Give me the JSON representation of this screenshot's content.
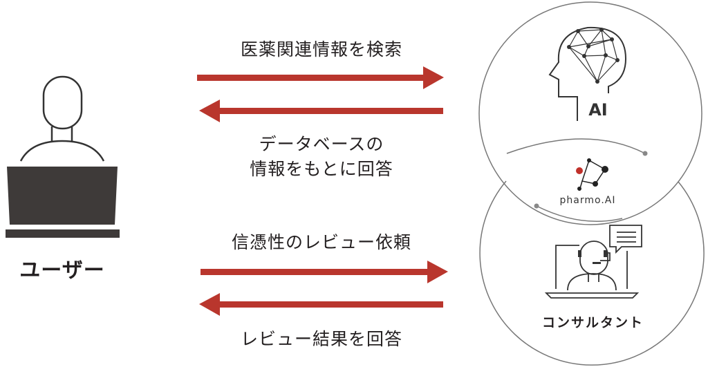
{
  "user": {
    "label": "ユーザー"
  },
  "flows": {
    "search": "医薬関連情報を検索",
    "answer_line1": "データベースの",
    "answer_line2": "情報をもとに回答",
    "review_request": "信憑性のレビュー依頼",
    "review_answer": "レビュー結果を回答"
  },
  "ai": {
    "label": "AI"
  },
  "logo": {
    "text": "pharmo.AI"
  },
  "consultant": {
    "label": "コンサルタント"
  },
  "colors": {
    "arrow": "#b9362d",
    "logo_dot": "#c0302a",
    "ink": "#3d3a39"
  }
}
